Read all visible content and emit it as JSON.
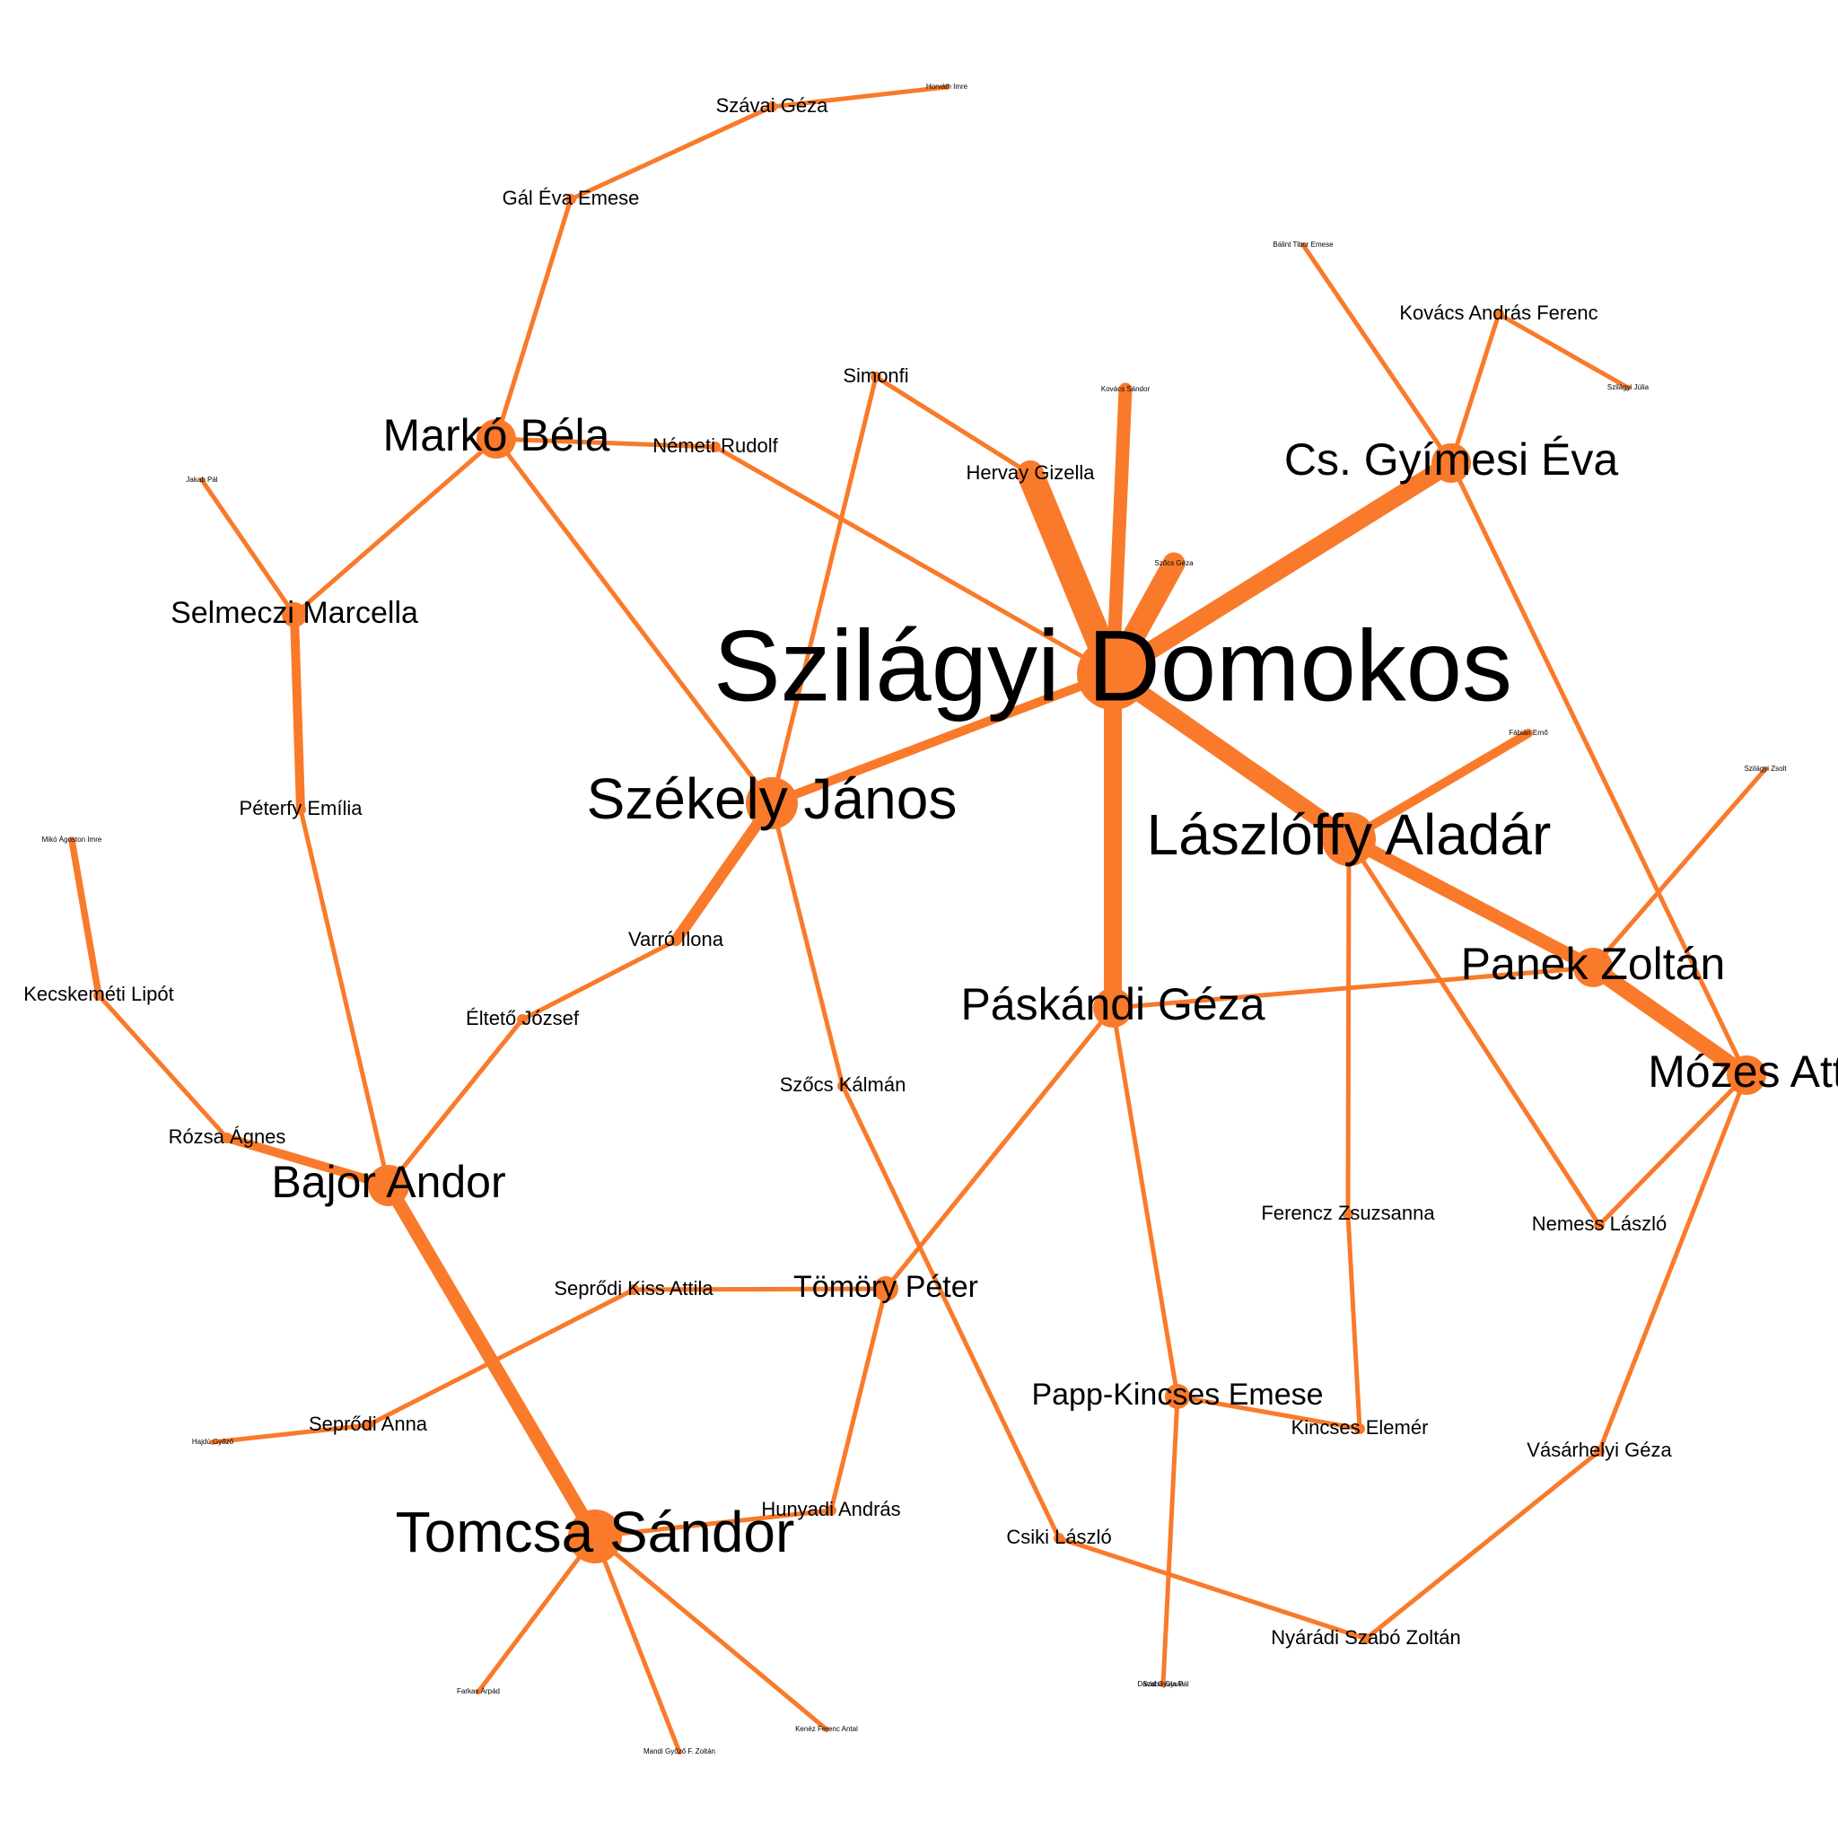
{
  "colors": {
    "edge": "#f97a2a",
    "node": "#f97a2a",
    "label": "#000000",
    "background": "#ffffff"
  },
  "nodes": [
    {
      "id": "szilagyi",
      "label": "Szilágyi Domokos"
    },
    {
      "id": "szekely",
      "label": "Székely János"
    },
    {
      "id": "laszloffy",
      "label": "Lászlóffy Aladár"
    },
    {
      "id": "tomcsa",
      "label": "Tomcsa Sándor"
    },
    {
      "id": "marko",
      "label": "Markó Béla"
    },
    {
      "id": "gymesi",
      "label": "Cs. Gyímesi Éva"
    },
    {
      "id": "paskandi",
      "label": "Páskándi Géza"
    },
    {
      "id": "panek",
      "label": "Panek Zoltán"
    },
    {
      "id": "mozes",
      "label": "Mózes Att"
    },
    {
      "id": "bajor",
      "label": "Bajor Andor"
    },
    {
      "id": "selmeczi",
      "label": "Selmeczi Marcella"
    },
    {
      "id": "tomory",
      "label": "Tömöry Péter"
    },
    {
      "id": "papp",
      "label": "Papp-Kincses Emese"
    },
    {
      "id": "szavai",
      "label": "Szávai Géza"
    },
    {
      "id": "gal",
      "label": "Gál Éva Emese"
    },
    {
      "id": "simonfi",
      "label": "Simonfi"
    },
    {
      "id": "nemeti",
      "label": "Németi Rudolf"
    },
    {
      "id": "hervay",
      "label": "Hervay Gizella"
    },
    {
      "id": "kovacs",
      "label": "Kovács András Ferenc"
    },
    {
      "id": "peterfy",
      "label": "Péterfy Emília"
    },
    {
      "id": "varro",
      "label": "Varró Ilona"
    },
    {
      "id": "elteto",
      "label": "Éltető József"
    },
    {
      "id": "kecskemeti",
      "label": "Kecskeméti Lipót"
    },
    {
      "id": "rozsa",
      "label": "Rózsa Ágnes"
    },
    {
      "id": "szocs",
      "label": "Szőcs Kálmán"
    },
    {
      "id": "ferencz",
      "label": "Ferencz Zsuzsanna"
    },
    {
      "id": "nemess",
      "label": "Nemess László"
    },
    {
      "id": "sepkiss",
      "label": "Seprődi Kiss Attila"
    },
    {
      "id": "sepanna",
      "label": "Seprődi Anna"
    },
    {
      "id": "kincses",
      "label": "Kincses Elemér"
    },
    {
      "id": "vasarhelyi",
      "label": "Vásárhelyi Géza"
    },
    {
      "id": "hunyadi",
      "label": "Hunyadi András"
    },
    {
      "id": "csiki",
      "label": "Csiki László"
    },
    {
      "id": "nyaradi",
      "label": "Nyárádi Szabó Zoltán"
    },
    {
      "id": "s1",
      "label": "Horváth Imre"
    },
    {
      "id": "s2",
      "label": "Bálint Tibor Emese"
    },
    {
      "id": "s3",
      "label": "Kovács Sándor"
    },
    {
      "id": "s4",
      "label": "Szőcs Géza"
    },
    {
      "id": "s5",
      "label": "Szilágyi Júlia"
    },
    {
      "id": "s6",
      "label": "Fábián Ernő"
    },
    {
      "id": "s7",
      "label": "Szilágyi Zsolt"
    },
    {
      "id": "s8",
      "label": "Szabó Gyula"
    },
    {
      "id": "s9",
      "label": "Jakab Pál"
    },
    {
      "id": "s10",
      "label": "Mikó Ágoston Imre"
    },
    {
      "id": "s11",
      "label": "Hajdú Győző"
    },
    {
      "id": "s12",
      "label": "Farkas Árpád"
    },
    {
      "id": "s13",
      "label": "Mandi Győző F. Zoltán"
    },
    {
      "id": "s14",
      "label": "Kenéz Ferenc Antal"
    },
    {
      "id": "s15",
      "label": "Dávid Gyula Pál"
    }
  ],
  "edges": [
    {
      "source": "szilagyi",
      "target": "hervay",
      "weight": 6
    },
    {
      "source": "szilagyi",
      "target": "s3",
      "weight": 3
    },
    {
      "source": "szilagyi",
      "target": "s4",
      "weight": 5
    },
    {
      "source": "szilagyi",
      "target": "gymesi",
      "weight": 4
    },
    {
      "source": "szilagyi",
      "target": "szekely",
      "weight": 2
    },
    {
      "source": "szilagyi",
      "target": "laszloffy",
      "weight": 4
    },
    {
      "source": "szilagyi",
      "target": "paskandi",
      "weight": 4
    },
    {
      "source": "szilagyi",
      "target": "nemeti",
      "weight": 1
    },
    {
      "source": "hervay",
      "target": "simonfi",
      "weight": 1
    },
    {
      "source": "simonfi",
      "target": "szekely",
      "weight": 1
    },
    {
      "source": "marko",
      "target": "nemeti",
      "weight": 1
    },
    {
      "source": "marko",
      "target": "gal",
      "weight": 1
    },
    {
      "source": "gal",
      "target": "szavai",
      "weight": 1
    },
    {
      "source": "szavai",
      "target": "s1",
      "weight": 1
    },
    {
      "source": "marko",
      "target": "selmeczi",
      "weight": 1
    },
    {
      "source": "marko",
      "target": "szekely",
      "weight": 1
    },
    {
      "source": "selmeczi",
      "target": "s9",
      "weight": 1
    },
    {
      "source": "selmeczi",
      "target": "peterfy",
      "weight": 2
    },
    {
      "source": "peterfy",
      "target": "bajor",
      "weight": 1
    },
    {
      "source": "szekely",
      "target": "varro",
      "weight": 2.5
    },
    {
      "source": "varro",
      "target": "elteto",
      "weight": 1
    },
    {
      "source": "elteto",
      "target": "bajor",
      "weight": 1
    },
    {
      "source": "szekely",
      "target": "szocs",
      "weight": 1
    },
    {
      "source": "szocs",
      "target": "csiki",
      "weight": 1
    },
    {
      "source": "s10",
      "target": "kecskemeti",
      "weight": 1.5
    },
    {
      "source": "kecskemeti",
      "target": "rozsa",
      "weight": 1
    },
    {
      "source": "rozsa",
      "target": "bajor",
      "weight": 2
    },
    {
      "source": "bajor",
      "target": "tomcsa",
      "weight": 3
    },
    {
      "source": "tomcsa",
      "target": "s12",
      "weight": 1
    },
    {
      "source": "tomcsa",
      "target": "s13",
      "weight": 1
    },
    {
      "source": "tomcsa",
      "target": "s14",
      "weight": 1
    },
    {
      "source": "tomcsa",
      "target": "hunyadi",
      "weight": 1
    },
    {
      "source": "hunyadi",
      "target": "tomory",
      "weight": 1
    },
    {
      "source": "tomory",
      "target": "sepkiss",
      "weight": 1
    },
    {
      "source": "sepkiss",
      "target": "sepanna",
      "weight": 1
    },
    {
      "source": "sepanna",
      "target": "s11",
      "weight": 1
    },
    {
      "source": "tomory",
      "target": "paskandi",
      "weight": 1
    },
    {
      "source": "paskandi",
      "target": "panek",
      "weight": 1
    },
    {
      "source": "paskandi",
      "target": "papp",
      "weight": 1
    },
    {
      "source": "papp",
      "target": "kincses",
      "weight": 1
    },
    {
      "source": "papp",
      "target": "s15",
      "weight": 1
    },
    {
      "source": "kincses",
      "target": "ferencz",
      "weight": 1
    },
    {
      "source": "ferencz",
      "target": "laszloffy",
      "weight": 1
    },
    {
      "source": "laszloffy",
      "target": "s6",
      "weight": 2
    },
    {
      "source": "laszloffy",
      "target": "panek",
      "weight": 3
    },
    {
      "source": "laszloffy",
      "target": "nemess",
      "weight": 1
    },
    {
      "source": "panek",
      "target": "mozes",
      "weight": 3.5
    },
    {
      "source": "panek",
      "target": "s7",
      "weight": 1
    },
    {
      "source": "mozes",
      "target": "nemess",
      "weight": 1
    },
    {
      "source": "mozes",
      "target": "gymesi",
      "weight": 1
    },
    {
      "source": "mozes",
      "target": "vasarhelyi",
      "weight": 1
    },
    {
      "source": "vasarhelyi",
      "target": "nyaradi",
      "weight": 1
    },
    {
      "source": "nyaradi",
      "target": "csiki",
      "weight": 1
    },
    {
      "source": "gymesi",
      "target": "kovacs",
      "weight": 1
    },
    {
      "source": "gymesi",
      "target": "s2",
      "weight": 1
    },
    {
      "source": "kovacs",
      "target": "s5",
      "weight": 1
    }
  ]
}
